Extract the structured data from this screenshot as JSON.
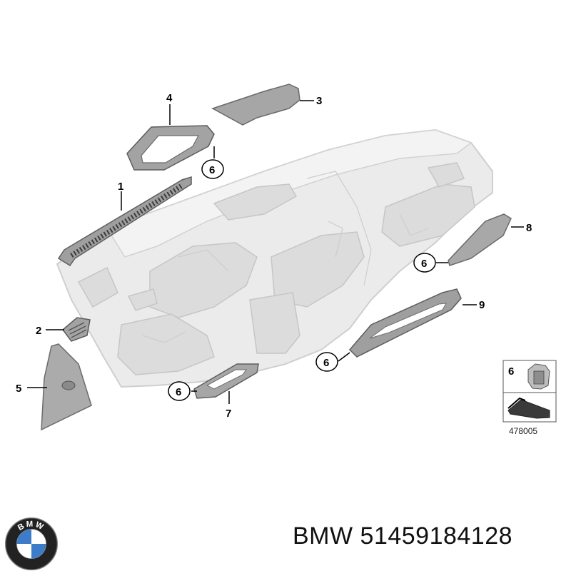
{
  "callouts": {
    "c1": "1",
    "c2": "2",
    "c3": "3",
    "c4": "4",
    "c5": "5",
    "c6a": "6",
    "c6b": "6",
    "c6c": "6",
    "c6d": "6",
    "c7": "7",
    "c8": "8",
    "c9": "9"
  },
  "legend": {
    "item_number": "6",
    "reference_code": "478005"
  },
  "caption": {
    "brand": "BMW",
    "part_number": "51459184128",
    "full": "BMW 51459184128"
  },
  "logo": {
    "letters": "BMW",
    "colors": {
      "ring": "#1a1a1a",
      "blue": "#3d7cc9",
      "white": "#ffffff"
    }
  },
  "colors": {
    "panel_fill": "#e9e9e9",
    "panel_edge": "#c9c9c9",
    "part_fill": "#a9a9a9",
    "part_edge": "#6f6f6f",
    "line": "#000000"
  }
}
